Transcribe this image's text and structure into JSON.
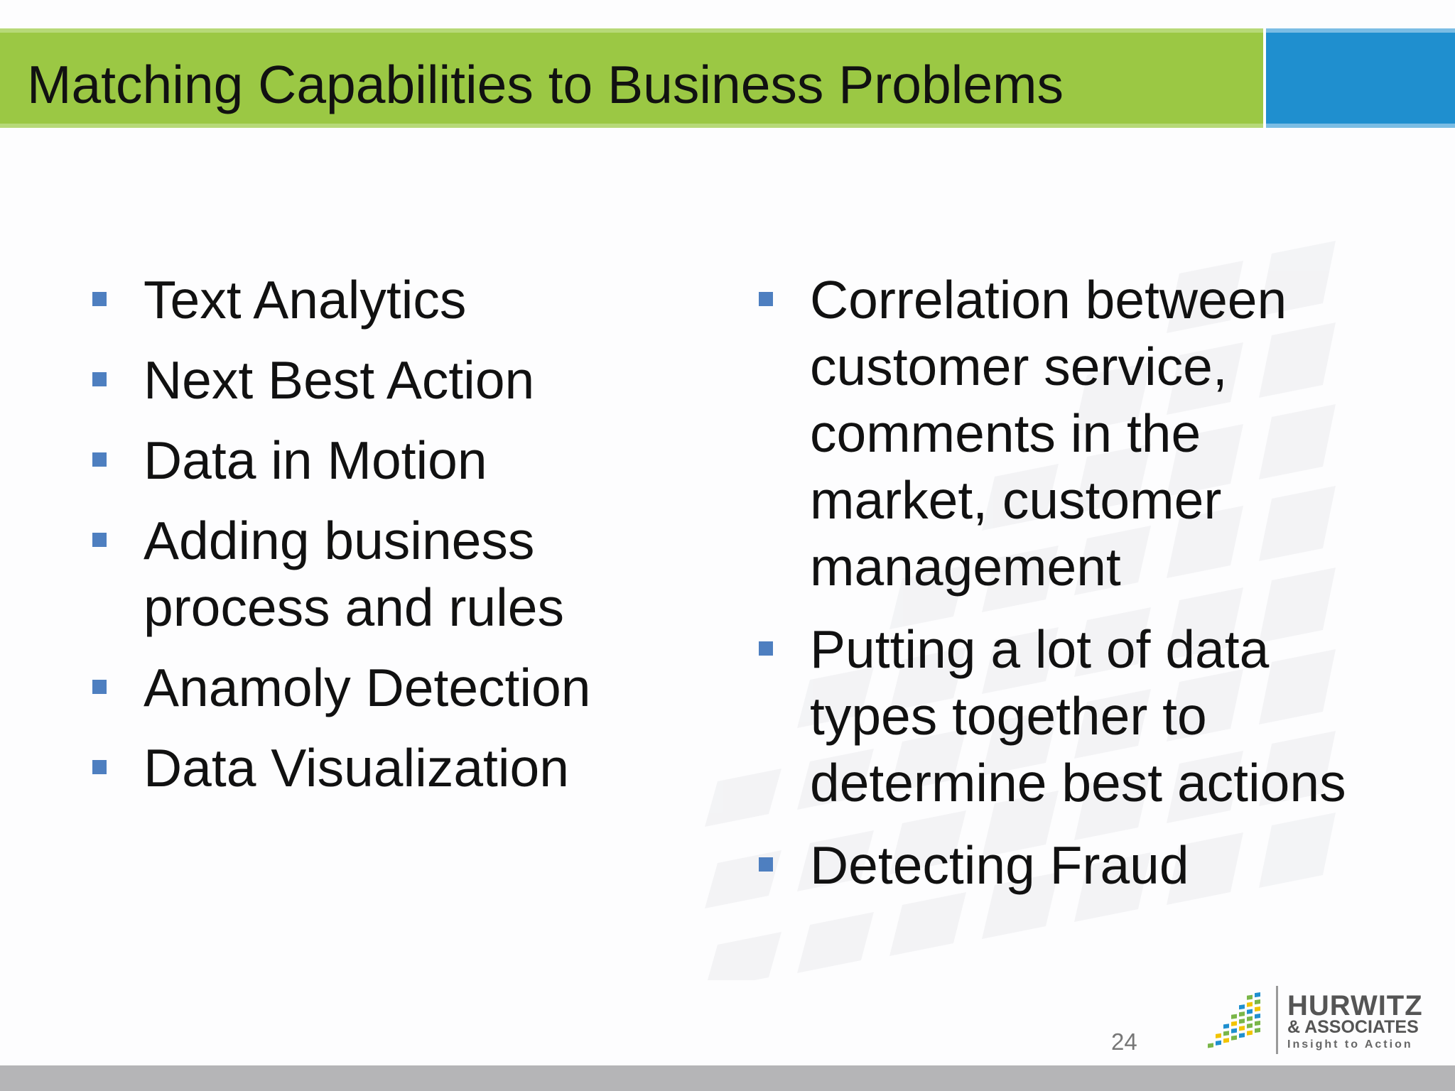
{
  "title": "Matching Capabilities to Business Problems",
  "left_bullets": [
    "Text Analytics",
    "Next Best Action",
    "Data in Motion",
    "Adding business process and rules",
    "Anamoly Detection",
    "Data Visualization"
  ],
  "right_bullets": [
    "Correlation between customer service, comments in the market, customer management",
    "Putting a lot of data types together to determine best actions",
    "Detecting Fraud"
  ],
  "page_number": "24",
  "logo": {
    "name": "HURWITZ",
    "sub": "& ASSOCIATES",
    "tagline": "Insight to Action"
  },
  "colors": {
    "title_bar": "#9bc844",
    "title_accent": "#1f8fcf",
    "bullet": "#4e7fc0",
    "footer_bar": "#b5b5b7"
  }
}
